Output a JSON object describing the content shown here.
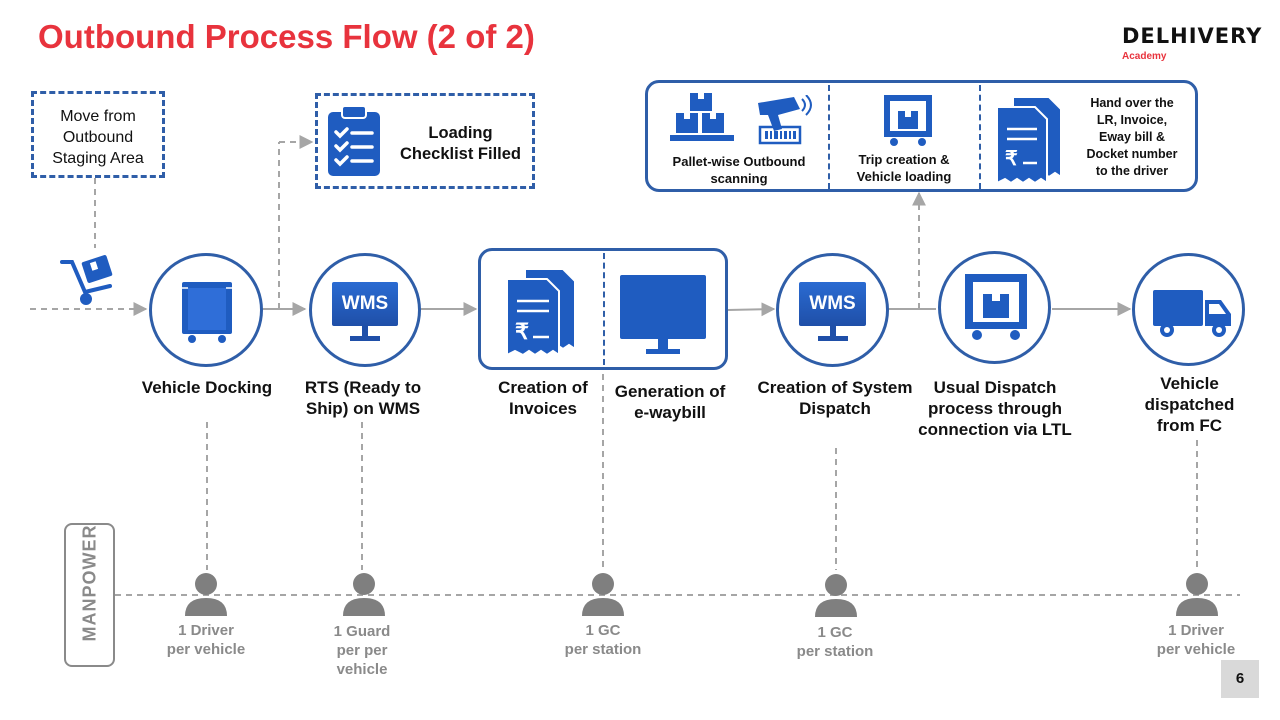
{
  "title": "Outbound Process Flow (2 of 2)",
  "logo": {
    "name": "DELHIVERY",
    "sub": "Academy"
  },
  "steps": {
    "docking": "Vehicle Docking",
    "rts_line1": "RTS (Ready to",
    "rts_line2": "Ship) on WMS",
    "invoices_line1": "Creation of",
    "invoices_line2": "Invoices",
    "ewaybill_line1": "Generation of",
    "ewaybill_line2": "e-waybill",
    "system_line1": "Creation of System",
    "system_line2": "Dispatch",
    "usual_line1": "Usual Dispatch",
    "usual_line2": "process through",
    "usual_line3": "connection via LTL",
    "dispatched_line1": "Vehicle",
    "dispatched_line2": "dispatched",
    "dispatched_line3": "from FC"
  },
  "wms_label": "WMS",
  "staging": {
    "line1": "Move from",
    "line2": "Outbound",
    "line3": "Staging Area"
  },
  "checklist": {
    "line1": "Loading",
    "line2": "Checklist Filled"
  },
  "topbox": {
    "pallet_line1": "Pallet-wise Outbound",
    "pallet_line2": "scanning",
    "trip_line1": "Trip creation &",
    "trip_line2": "Vehicle loading",
    "handover_line1": "Hand over the",
    "handover_line2": "LR, Invoice,",
    "handover_line3": "Eway bill &",
    "handover_line4": "Docket number",
    "handover_line5": "to the driver"
  },
  "manpower": {
    "label": "MANPOWER",
    "driver1_line1": "1 Driver",
    "driver1_line2": "per vehicle",
    "guard_line1": "1 Guard",
    "guard_line2": "per per",
    "guard_line3": "vehicle",
    "gc1_line1": "1 GC",
    "gc1_line2": "per station",
    "gc2_line1": "1 GC",
    "gc2_line2": "per station",
    "driver2_line1": "1 Driver",
    "driver2_line2": "per vehicle"
  },
  "page_number": "6",
  "colors": {
    "title": "#e8333d",
    "accent": "#2f5ea8",
    "icon": "#1f5cc0",
    "connector": "#a6a6a6",
    "manpower": "#8a8a8a"
  }
}
